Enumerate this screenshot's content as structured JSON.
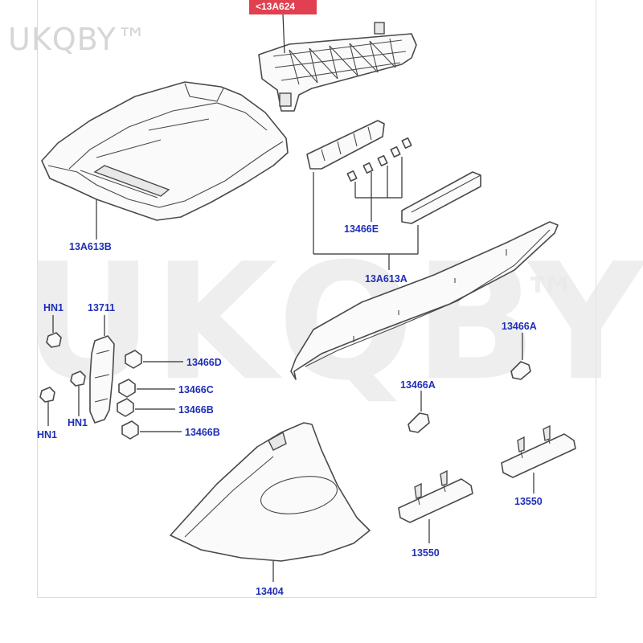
{
  "watermark": {
    "small": "UKQBY™",
    "large": "UKQBY",
    "tm": "™"
  },
  "highlight_color": "#e04050",
  "label_color": "#1f2fb8",
  "labels": {
    "p13A624": "<13A624",
    "p13A613B": "13A613B",
    "p13466E": "13466E",
    "p13A613A": "13A613A",
    "p13466A_right": "13466A",
    "p13466A_mid": "13466A",
    "hn1_top": "HN1",
    "p13711": "13711",
    "p13466D": "13466D",
    "p13466C": "13466C",
    "p13466B_upper": "13466B",
    "p13466B_lower": "13466B",
    "hn1_mid": "HN1",
    "hn1_low": "HN1",
    "p13550_right": "13550",
    "p13550_mid": "13550",
    "p13404": "13404"
  }
}
